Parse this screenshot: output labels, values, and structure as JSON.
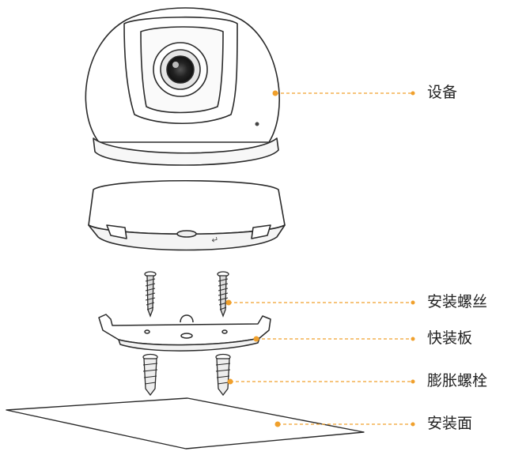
{
  "colors": {
    "outline": "#2a2a2a",
    "leader": "#f0a02c",
    "fill": "#ffffff",
    "shade": "#f2f2f2"
  },
  "callouts": {
    "device": {
      "label": "设备"
    },
    "screws": {
      "label": "安装螺丝"
    },
    "quick_plate": {
      "label": "快装板"
    },
    "anchors": {
      "label": "膨胀螺栓"
    },
    "surface": {
      "label": "安装面"
    }
  }
}
